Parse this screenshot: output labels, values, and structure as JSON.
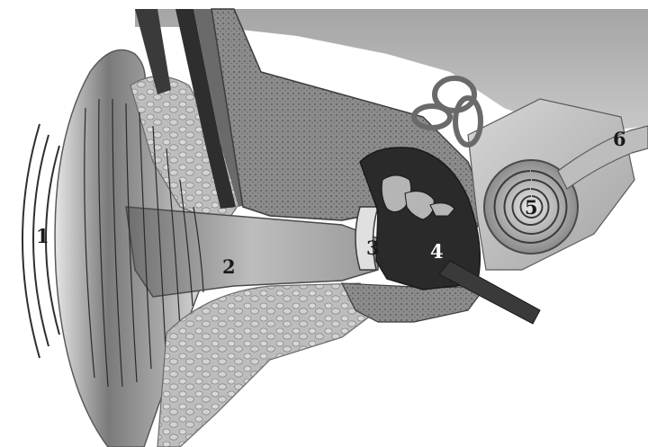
{
  "labels": {
    "l1": "1",
    "l2": "2",
    "l3": "3",
    "l4": "4",
    "l5": "5",
    "l6": "6"
  },
  "colors": {
    "background": "#ffffff",
    "tissue_dark": "#4a4a4a",
    "tissue_mid": "#8a8a8a",
    "tissue_light": "#c8c8c8",
    "cavity": "#2a2a2a"
  }
}
